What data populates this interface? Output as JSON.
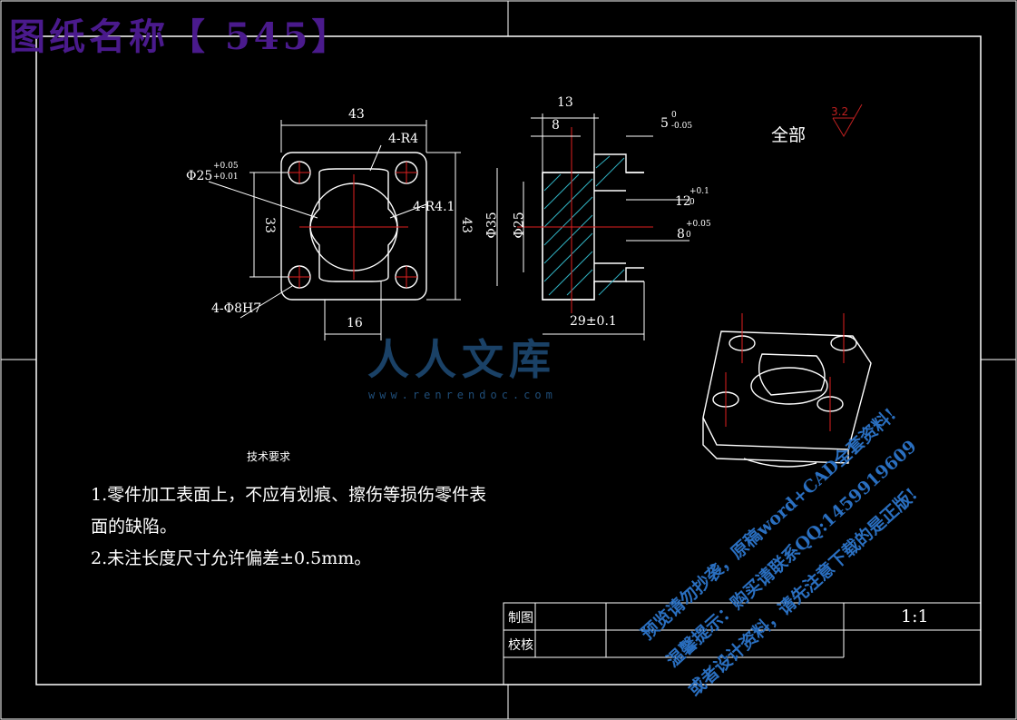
{
  "title": "图纸名称【 545】",
  "dimensions": {
    "front_width": "43",
    "radius_corner": "4-R4",
    "phi25": "Φ25",
    "phi25_tol_upper": "+0.05",
    "phi25_tol_lower": "+0.01",
    "radius_inner": "4-R4.1",
    "height_33": "33",
    "height_43": "43",
    "holes": "4-Φ8H7",
    "bottom_16": "16",
    "section_13": "13",
    "section_8": "8",
    "section_5": "5",
    "section_5_tol_upper": "0",
    "section_5_tol_lower": "-0.05",
    "section_12": "12",
    "section_12_tol_upper": "+0.1",
    "section_12_tol_lower": "0",
    "section_8b": "8",
    "section_8b_tol_upper": "+0.05",
    "section_8b_tol_lower": "0",
    "phi35": "Φ35",
    "phi25b": "Φ25",
    "length_29": "29±0.1"
  },
  "surface": {
    "label": "全部",
    "roughness": "3.2"
  },
  "requirements": {
    "heading": "技术要求",
    "line1": "1.零件加工表面上，不应有划痕、擦伤等损伤零件表",
    "line1b": "面的缺陷。",
    "line2": "2.未注长度尺寸允许偏差±0.5mm。"
  },
  "title_block": {
    "drawn": "制图",
    "checked": "校核",
    "scale": "1:1"
  },
  "watermark": {
    "logo": "人人文库",
    "url": "www.renrendoc.com",
    "line1": "预览请勿抄袭，原稿word+CAD全套资料!",
    "line2": "温馨提示：购买请联系QQ:1459919609",
    "line3": "或者设计资料，请先注意下载的是正版!"
  },
  "colors": {
    "line": "#ffffff",
    "center": "#e02020",
    "dimension": "#ffffff",
    "hatch": "#30b0c0",
    "title": "#4a1a8c"
  }
}
